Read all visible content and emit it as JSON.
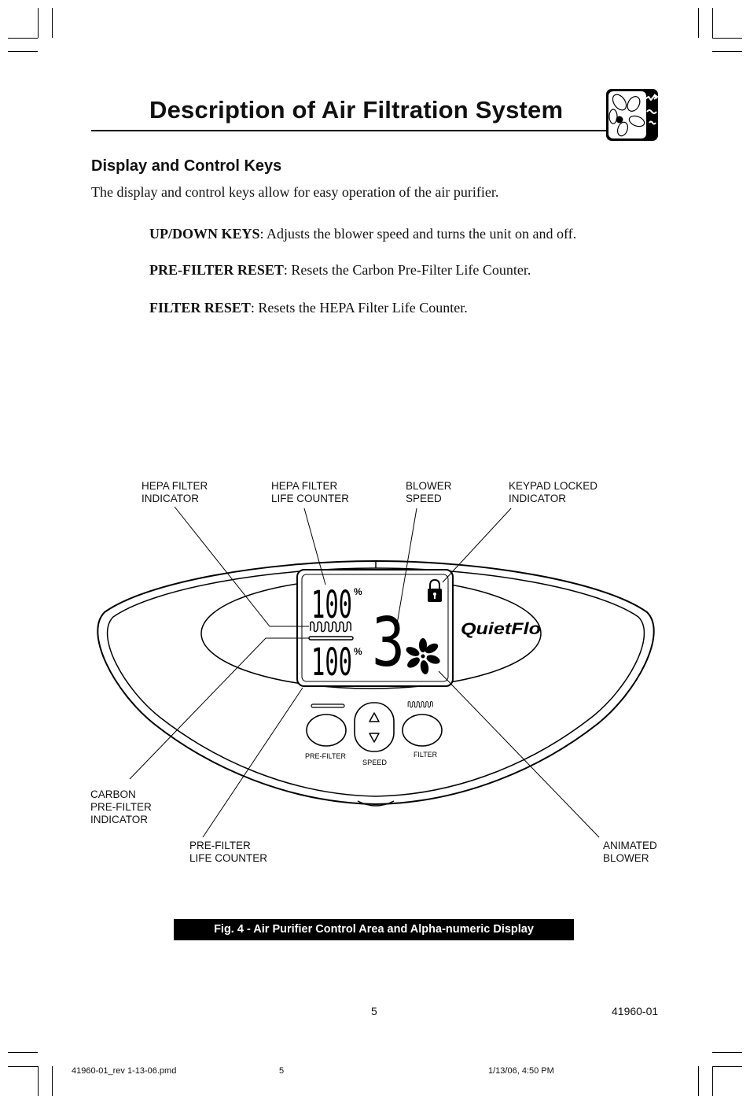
{
  "title": "Description of Air Filtration System",
  "section_heading": "Display and Control Keys",
  "intro": "The display and control keys allow for easy operation of the air purifier.",
  "keys": [
    {
      "term": "UP/DOWN KEYS",
      "desc": ":  Adjusts the blower speed and turns the unit on and off."
    },
    {
      "term": "PRE-FILTER RESET",
      "desc": ":  Resets the Carbon Pre-Filter Life Counter."
    },
    {
      "term": "FILTER RESET",
      "desc": ":  Resets the HEPA Filter Life Counter."
    }
  ],
  "figure": {
    "labels": {
      "hepa_indicator": [
        "HEPA FILTER",
        "INDICATOR"
      ],
      "hepa_counter": [
        "HEPA FILTER",
        "LIFE COUNTER"
      ],
      "blower_speed": [
        "BLOWER",
        "SPEED"
      ],
      "keypad_locked": [
        "KEYPAD LOCKED",
        "INDICATOR"
      ],
      "carbon_indicator": [
        "CARBON",
        "PRE-FILTER",
        "INDICATOR"
      ],
      "prefilter_counter": [
        "PRE-FILTER",
        "LIFE COUNTER"
      ],
      "animated_blower": [
        "ANIMATED",
        "BLOWER"
      ]
    },
    "display": {
      "hepa_value": "100",
      "prefilter_value": "100",
      "percent": "%",
      "speed": "3"
    },
    "brand": "QuietFlo",
    "buttons": {
      "prefilter": "PRE-FILTER",
      "speed": "SPEED",
      "filter": "FILTER"
    },
    "caption": "Fig. 4 - Air Purifier Control Area and Alpha-numeric Display"
  },
  "page_number": "5",
  "doc_number": "41960-01",
  "footer": {
    "file": "41960-01_rev 1-13-06.pmd",
    "page": "5",
    "date": "1/13/06, 4:50 PM"
  },
  "icon": "fan-airflow-icon"
}
